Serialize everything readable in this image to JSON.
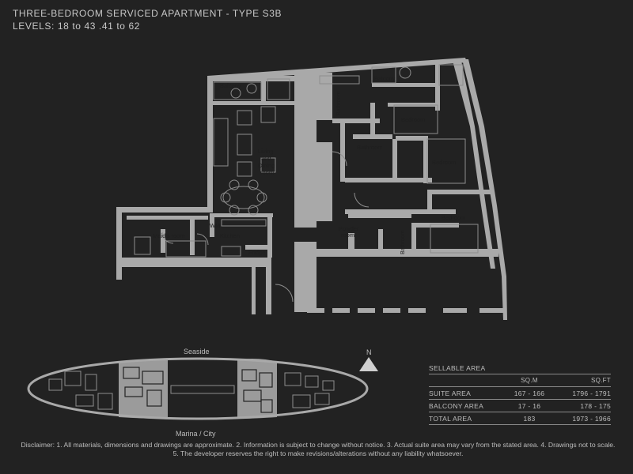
{
  "header": {
    "title": "THREE-BEDROOM SERVICED APARTMENT - TYPE S3B",
    "levels": "LEVELS: 18 to 43 .41 to 62"
  },
  "floor_plan": {
    "rooms": {
      "balcony_left": "Balcony",
      "balcony_right": "Balcony",
      "bathroom_top": "Bathroom",
      "bedroom_1": "Bedroom",
      "bedroom_2": "Bedroom",
      "bathroom_mid": "Bathroom",
      "living_line1": "Living",
      "living_line2": "and",
      "living_line3": "Dining",
      "living_line4": "room",
      "bedroom_3": "Bedroom",
      "wm": "WM",
      "maids_room": "Maid's room",
      "kitchen": "Kitchen",
      "fridge": "Fridge",
      "powder_line1": "Powder",
      "powder_line2": "room",
      "bathroom_bottom": "Bathroom"
    }
  },
  "key_plan": {
    "top_label": "Seaside",
    "bottom_label": "Marina / City",
    "north_label": "N"
  },
  "sellable_area": {
    "title": "SELLABLE AREA",
    "columns": [
      "",
      "SQ.M",
      "SQ.FT"
    ],
    "rows": [
      {
        "label": "SUITE AREA",
        "sqm": "167 - 166",
        "sqft": "1796 - 1791"
      },
      {
        "label": "BALCONY AREA",
        "sqm": "17 - 16",
        "sqft": "178 - 175"
      },
      {
        "label": "TOTAL AREA",
        "sqm": "183",
        "sqft": "1973 - 1966"
      }
    ]
  },
  "disclaimer": "Disclaimer: 1. All materials, dimensions and drawings are approximate. 2. Information is subject to change without notice. 3. Actual suite area may vary from the stated area. 4. Drawings not to scale. 5. The developer reserves the right to make revisions/alterations without any liability whatsoever.",
  "colors": {
    "background": "#222222",
    "wall": "#a9a9a9",
    "text": "#bdbdbd"
  }
}
